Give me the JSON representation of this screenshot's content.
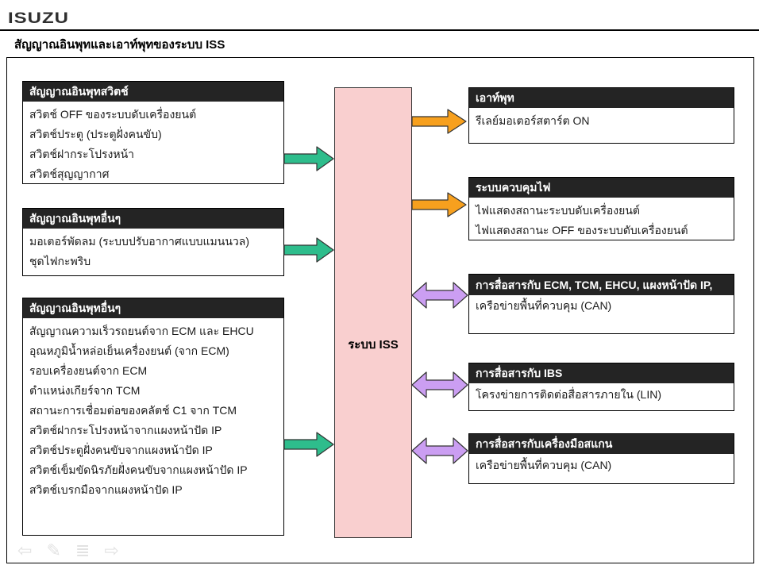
{
  "logo": {
    "text": "ISUZU"
  },
  "title": "สัญญาณอินพุทและเอาท์พุทของระบบ ISS",
  "colors": {
    "header_bg": "#242424",
    "pink": "#f9cfcf",
    "green": "#2ebd8c",
    "orange": "#f7a01e",
    "purple": "#cb9ef2",
    "toolbar_icon": "#e2e2e2"
  },
  "diagram": {
    "center": {
      "label": "ระบบ ISS"
    },
    "left_boxes": [
      {
        "header": "สัญญาณอินพุทสวิตช์",
        "items": [
          "สวิตช์ OFF ของระบบดับเครื่องยนต์",
          "สวิตช์ประตู (ประตูฝั่งคนขับ)",
          "สวิตช์ฝากระโปรงหน้า",
          "สวิตช์สุญญากาศ"
        ]
      },
      {
        "header": "สัญญาณอินพุทอื่นๆ",
        "items": [
          "มอเตอร์พัดลม (ระบบปรับอากาศแบบแมนนวล)",
          "ชุดไฟกะพริบ"
        ]
      },
      {
        "header": "สัญญาณอินพุทอื่นๆ",
        "items": [
          "สัญญาณความเร็วรถยนต์จาก ECM และ EHCU",
          "อุณหภูมิน้ำหล่อเย็นเครื่องยนต์ (จาก ECM)",
          "รอบเครื่องยนต์จาก ECM",
          "ตำแหน่งเกียร์จาก TCM",
          "สถานะการเชื่อมต่อของคลัตช์ C1 จาก TCM",
          "สวิตช์ฝากระโปรงหน้าจากแผงหน้าปัด IP",
          "สวิตช์ประตูฝั่งคนขับจากแผงหน้าปัด IP",
          "สวิตช์เข็มขัดนิรภัยฝั่งคนขับจากแผงหน้าปัด IP",
          "สวิตช์เบรกมือจากแผงหน้าปัด IP"
        ]
      }
    ],
    "right_boxes": [
      {
        "header": "เอาท์พุท",
        "items": [
          "รีเลย์มอเตอร์สตาร์ต ON"
        ]
      },
      {
        "header": "ระบบควบคุมไฟ",
        "items": [
          "ไฟแสดงสถานะระบบดับเครื่องยนต์",
          "ไฟแสดงสถานะ OFF ของระบบดับเครื่องยนต์"
        ]
      },
      {
        "header": "การสื่อสารกับ ECM, TCM, EHCU, แผงหน้าปัด IP,",
        "items": [
          "เครือข่ายพื้นที่ควบคุม (CAN)"
        ]
      },
      {
        "header": "การสื่อสารกับ IBS",
        "items": [
          "โครงข่ายการติดต่อสื่อสารภายใน (LIN)"
        ]
      },
      {
        "header": "การสื่อสารกับเครื่องมือสแกน",
        "items": [
          "เครือข่ายพื้นที่ควบคุม (CAN)"
        ]
      }
    ]
  },
  "toolbar": {
    "icons": [
      {
        "name": "back-arrow-icon",
        "glyph": "⇦"
      },
      {
        "name": "pencil-icon",
        "glyph": "✎"
      },
      {
        "name": "list-icon",
        "glyph": "≣"
      },
      {
        "name": "forward-arrow-icon",
        "glyph": "⇨"
      }
    ]
  }
}
